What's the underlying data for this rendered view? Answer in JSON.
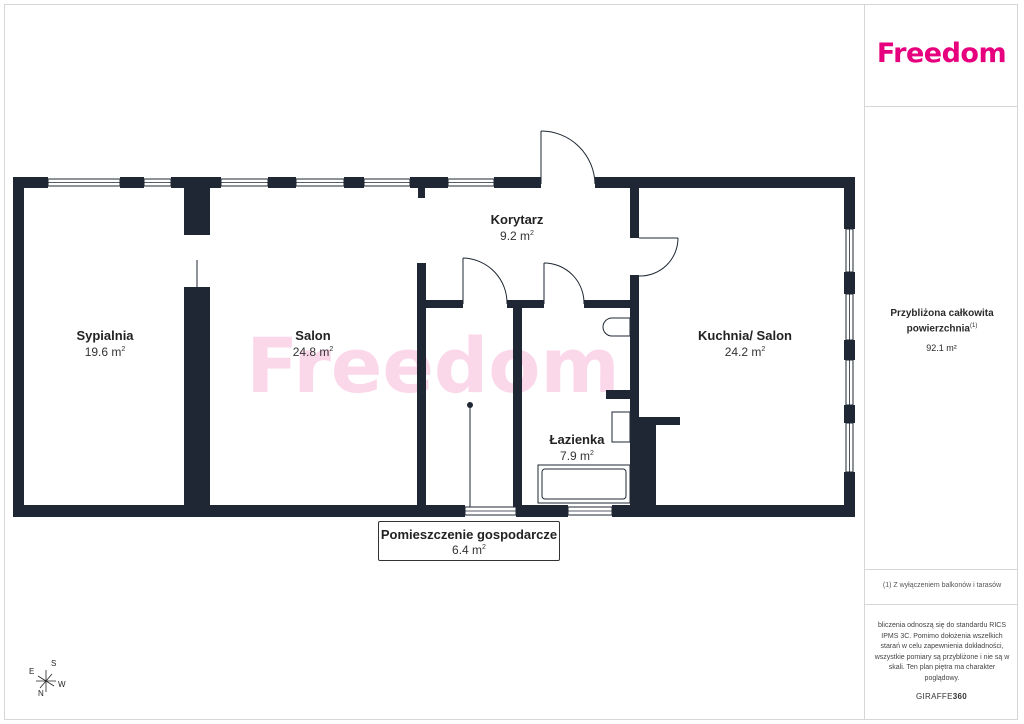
{
  "brand": {
    "name": "Freedom",
    "color": "#e6007e",
    "watermark_color": "#fbd7ea"
  },
  "sidebar": {
    "area_label": "Przybliżona całkowita powierzchnia",
    "area_note_marker": "(1)",
    "area_value": "92.1 m²",
    "footnote": "(1) Z wyłączeniem balkonów i tarasów",
    "disclaimer": "bliczenia odnoszą się do standardu RICS IPMS 3C. Pomimo dołożenia wszelkich starań w celu zapewnienia dokładności, wszystkie pomiary są przybliżone i nie są w skali. Ten plan piętra ma charakter poglądowy.",
    "footer_brand_a": "GIRAFFE",
    "footer_brand_b": "360"
  },
  "rooms": {
    "sypialnia": {
      "name": "Sypialnia",
      "area": "19.6 m",
      "unit_sup": "2"
    },
    "salon": {
      "name": "Salon",
      "area": "24.8 m",
      "unit_sup": "2"
    },
    "korytarz": {
      "name": "Korytarz",
      "area": "9.2 m",
      "unit_sup": "2"
    },
    "kuchnia": {
      "name": "Kuchnia/ Salon",
      "area": "24.2 m",
      "unit_sup": "2"
    },
    "lazienka": {
      "name": "Łazienka",
      "area": "7.9 m",
      "unit_sup": "2"
    },
    "gospodarcze": {
      "name": "Pomieszczenie gospodarcze",
      "area": "6.4 m",
      "unit_sup": "2"
    }
  },
  "compass": {
    "n": "N",
    "s": "S",
    "e": "E",
    "w": "W"
  },
  "colors": {
    "wall": "#1e2733",
    "border": "#d6d6d6"
  }
}
